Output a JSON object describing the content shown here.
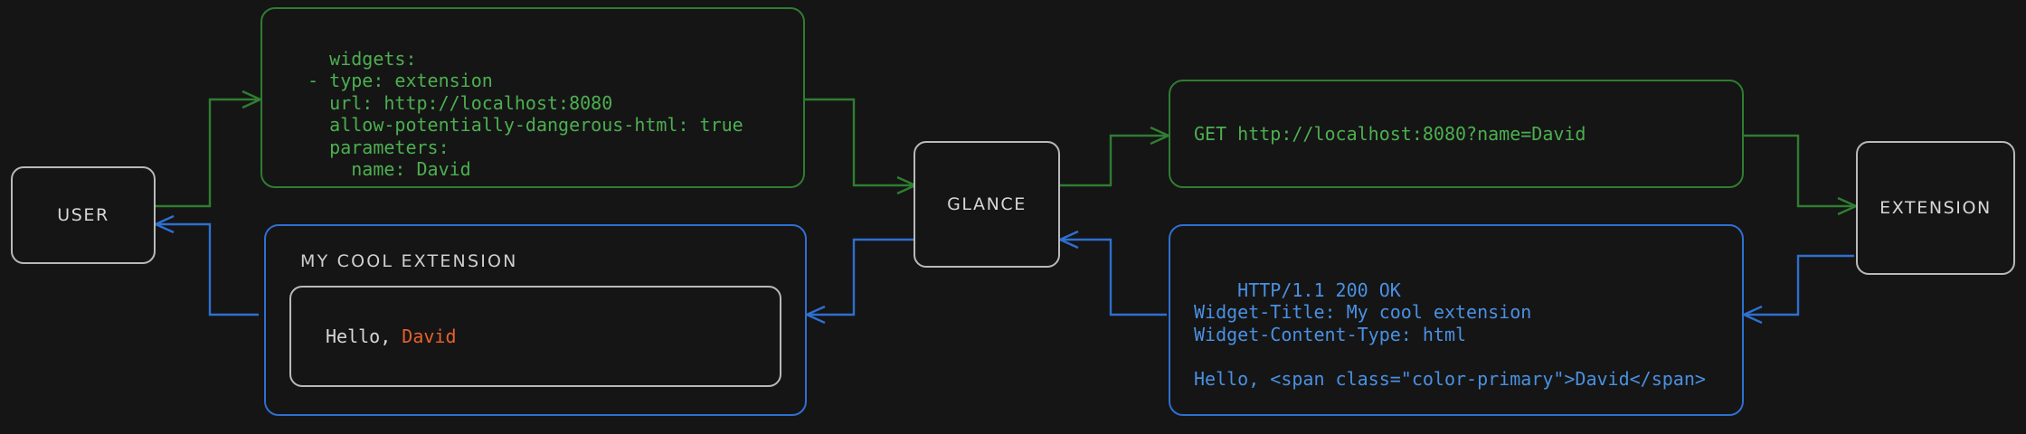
{
  "diagram": {
    "title": "glance extension request flow",
    "background_color": "#151515",
    "colors": {
      "node_border": "#b9b9b9",
      "node_text": "#d7d7d7",
      "green": "#4caf50",
      "green_border": "#2f7d32",
      "blue": "#4a90e2",
      "blue_border": "#2f6fd0",
      "accent": "#e8612c"
    }
  },
  "nodes": {
    "user": "USER",
    "glance": "GLANCE",
    "extension": "EXTENSION"
  },
  "config_block": {
    "lines": [
      "widgets:",
      "  - type: extension",
      "    url: http://localhost:8080",
      "    allow-potentially-dangerous-html: true",
      "    parameters:",
      "      name: David"
    ]
  },
  "request_block": {
    "lines": [
      "GET http://localhost:8080?name=David"
    ]
  },
  "response_block": {
    "lines": [
      "HTTP/1.1 200 OK",
      "Widget-Title: My cool extension",
      "Widget-Content-Type: html",
      "",
      "Hello, <span class=\"color-primary\">David</span>"
    ]
  },
  "widget_render": {
    "title": "MY COOL EXTENSION",
    "body_prefix": "Hello, ",
    "body_accent": "David"
  }
}
